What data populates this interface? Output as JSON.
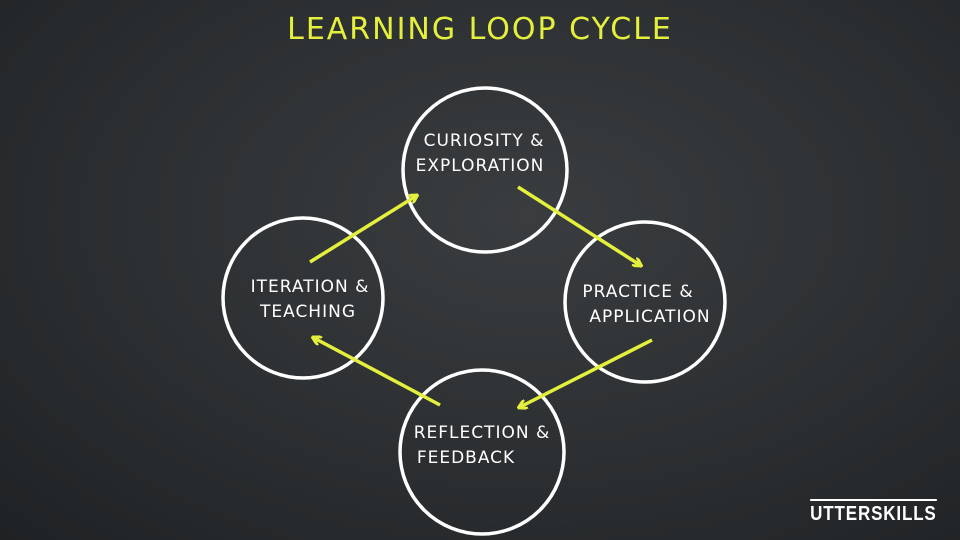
{
  "title": "LEARNING LOOP CYCLE",
  "nodes": [
    {
      "line1": "CURIOSITY &",
      "line2": "EXPLORATION"
    },
    {
      "line1": "PRACTICE &",
      "line2": "APPLICATION"
    },
    {
      "line1": "REFLECTION &",
      "line2": "FEEDBACK"
    },
    {
      "line1": "ITERATION &",
      "line2": "TEACHING"
    }
  ],
  "logo": "UTTERSKILLS",
  "colors": {
    "accent": "#e4f03c",
    "chalk": "#ffffff",
    "board": "#2c2f31"
  }
}
